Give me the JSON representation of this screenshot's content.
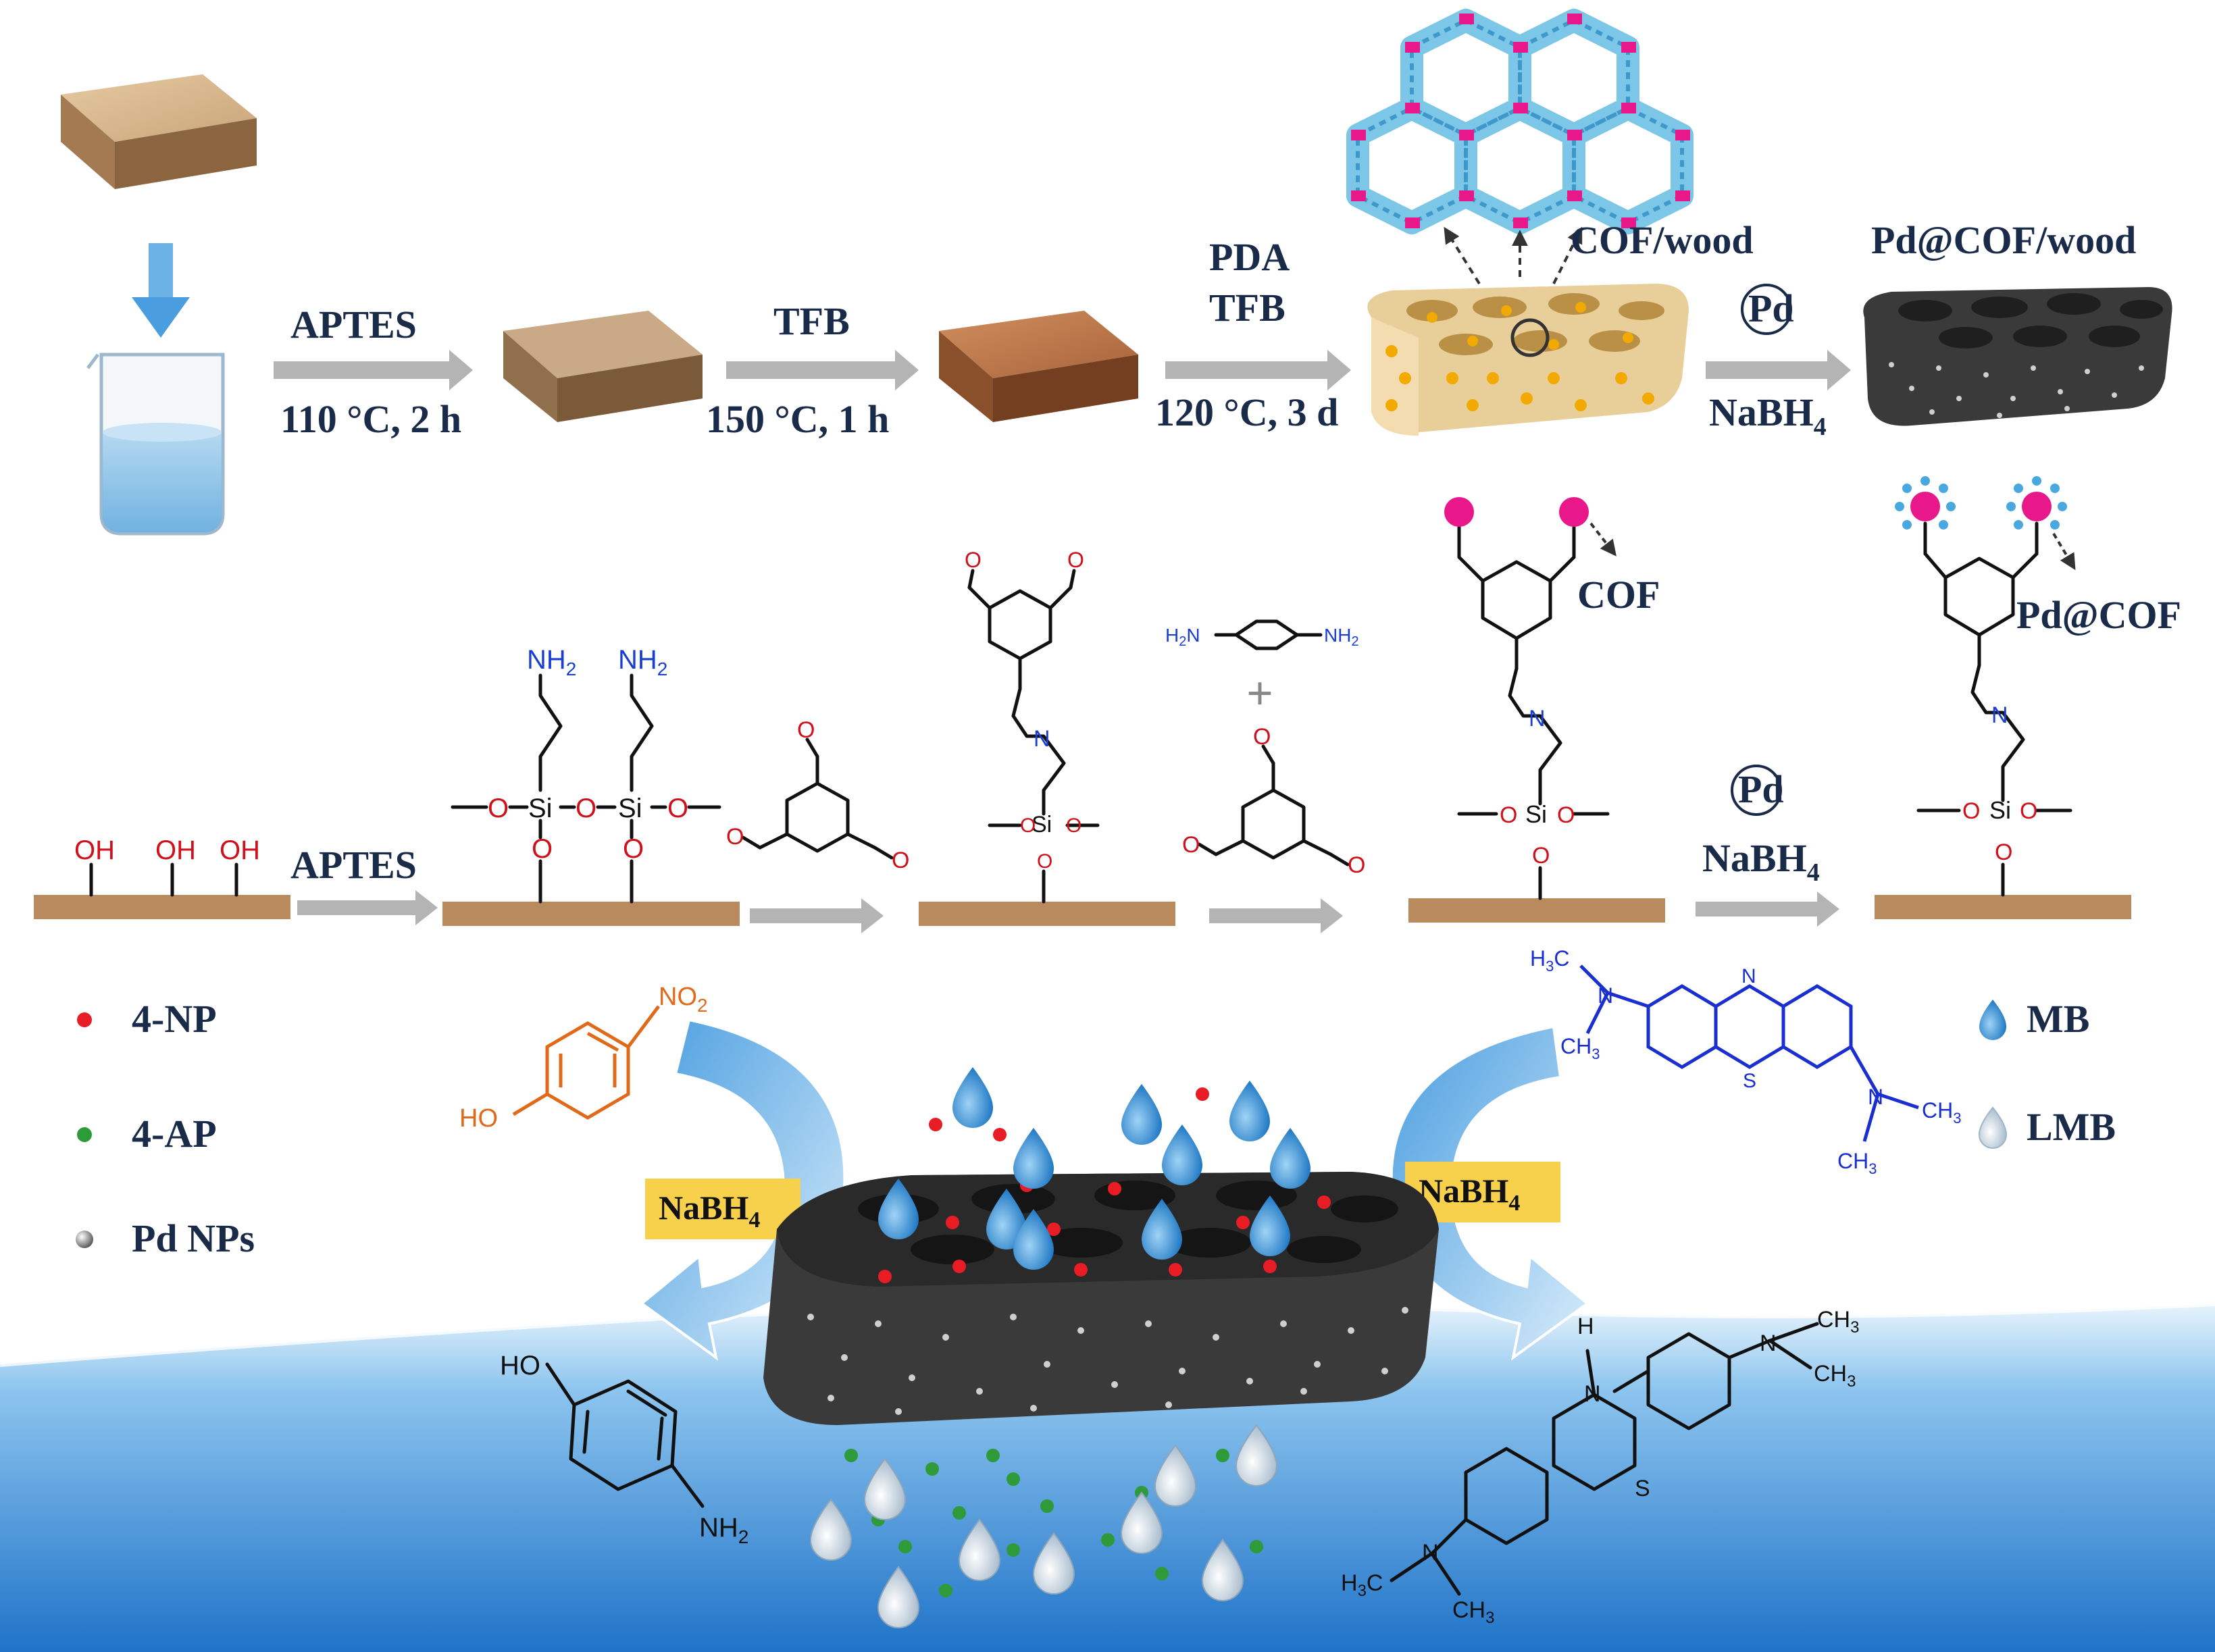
{
  "top_row": {
    "step1": {
      "reagent": "APTES",
      "condition": "110 °C, 2 h"
    },
    "step2": {
      "reagent": "TFB",
      "condition": "150 °C, 1 h"
    },
    "step3": {
      "reagent_line1": "PDA",
      "reagent_line2": "TFB",
      "condition": "120 °C, 3 d"
    },
    "cof_wood_label": "COF/wood",
    "pd_circle": "Pd",
    "step4_reagent": "NaBH",
    "step4_sub": "4",
    "pd_cof_wood_label": "Pd@COF/wood"
  },
  "middle_row": {
    "oh": "OH",
    "aptes": "APTES",
    "nh2": "NH",
    "nh2_sub": "2",
    "si": "Si",
    "o": "O",
    "n": "N",
    "cof": "COF",
    "pd_circle": "Pd",
    "nabh4": "NaBH",
    "nabh4_sub": "4",
    "pd_cof": "Pd@COF",
    "h2n": "H",
    "plus": "+"
  },
  "bottom": {
    "legend_left": [
      {
        "label": "4-NP",
        "color": "#e81c24"
      },
      {
        "label": "4-AP",
        "color": "#2e9a3a"
      },
      {
        "label": "Pd NPs",
        "color": "#777777"
      }
    ],
    "legend_right": [
      {
        "label": "MB",
        "color": "#3b8fd4"
      },
      {
        "label": "LMB",
        "color": "#c9d7e6"
      }
    ],
    "nabh4_left": "NaBH",
    "nabh4_left_sub": "4",
    "nabh4_right": "NaBH",
    "nabh4_right_sub": "4",
    "no2": "NO",
    "no2_sub": "2",
    "ho": "HO",
    "nh2": "NH",
    "nh2_sub": "2",
    "ch3": "CH",
    "ch3_sub": "3",
    "h3c": "H",
    "h3c_mid": "3",
    "h3c_end": "C",
    "n": "N",
    "s": "S",
    "h": "H",
    "nplus": "N"
  },
  "colors": {
    "arrow_gray": "#b4b4b4",
    "label_navy": "#1a2b4a",
    "wood_beige": "#e8cf9a",
    "charcoal": "#3a3a3a",
    "cof_cyan": "#7cc6e8",
    "cof_magenta": "#e8178a",
    "substrate_brown": "#b88a5e",
    "nabh4_box": "#f7d04c",
    "water_blue": "#2f86d6"
  }
}
